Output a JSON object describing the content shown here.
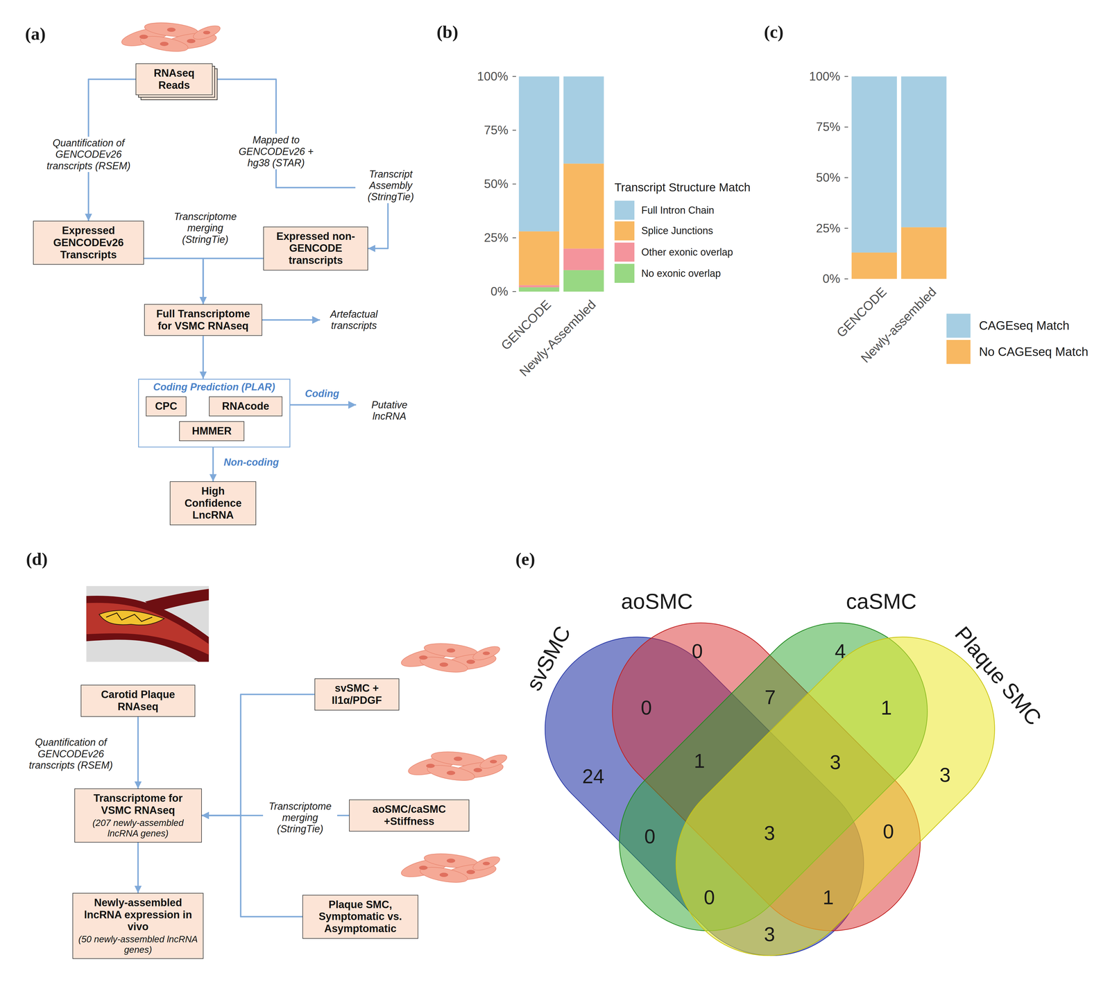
{
  "diagram": {
    "nodes": [
      {
        "text": [
          "RNAseq Reads"
        ]
      },
      {
        "text": [
          "Expressed GENCODEv26 Transcripts"
        ]
      },
      {
        "text": [
          "Expressed non-GENCODE transcripts"
        ]
      },
      {
        "text": [
          "Full Transcriptome for VSMC RNAseq"
        ]
      },
      {
        "text": [
          "Coding Prediction (PLAR)"
        ]
      },
      {
        "text": [
          "CPC"
        ],
        "in": 4
      },
      {
        "text": [
          "RNAcode"
        ],
        "in": 4
      },
      {
        "text": [
          "HMMER"
        ],
        "in": 4
      },
      {
        "text": [
          "High Confidence LncRNA"
        ]
      },
      {
        "text": [
          "Carotid Plaque RNAseq"
        ]
      },
      {
        "text": [
          "Transcriptome for VSMC RNAseq",
          "(207 newly-assembled lncRNA genes)"
        ]
      },
      {
        "text": [
          "Newly-assembled lncRNA expression in vivo",
          "(50 newly-assembled lncRNA genes)"
        ]
      },
      {
        "text": [
          "svSMC + Il1α/PDGF"
        ]
      },
      {
        "text": [
          "aoSMC/caSMC +Stiffness"
        ]
      },
      {
        "text": [
          "Plaque SMC, Symptomatic vs. Asymptomatic"
        ]
      }
    ],
    "edges": [
      {
        "from": 0,
        "to": 1,
        "arrow": "to",
        "label": "Quantification of GENCODEv26 transcripts (RSEM)"
      },
      {
        "from": 0,
        "to": 2,
        "arrow": "to",
        "label": "Mapped to GENCODEv26 + hg38 (STAR)"
      },
      {
        "from": 1,
        "to": 3,
        "arrow": "to"
      },
      {
        "from": 2,
        "to": 3,
        "arrow": "to"
      },
      {
        "from": 3,
        "to": 4,
        "arrow": "to"
      },
      {
        "from": 4,
        "to": 8,
        "arrow": "to",
        "label": "Non-coding"
      },
      {
        "from": 9,
        "to": 10,
        "arrow": "to",
        "label": "Quantification of GENCODEv26 transcripts (RSEM)"
      },
      {
        "from": 10,
        "to": 11,
        "arrow": "to"
      },
      {
        "from": 12,
        "to": 10,
        "arrow": "to"
      },
      {
        "from": 13,
        "to": 10,
        "arrow": "to",
        "label": "Transcriptome merging (StringTie)"
      },
      {
        "from": 14,
        "to": 10,
        "arrow": "to"
      }
    ],
    "labels": [
      "(a)",
      "Transcript Assembly (StringTie)",
      "Transcriptome merging (StringTie)",
      "Artefactual transcripts",
      "Coding",
      "Putative lncRNA",
      "(b)",
      "100%",
      "75%",
      "50%",
      "25%",
      "0%",
      "GENCODE",
      "Newly-Assembled",
      "Transcript Structure Match",
      "(c)",
      "100%",
      "75%",
      "50%",
      "25%",
      "0%",
      "GENCODE",
      "Newly-assembled",
      "(d)",
      "(e)",
      "aoSMC",
      "caSMC",
      "svSMC",
      "Plaque SMC",
      "0",
      "4",
      "0",
      "7",
      "1",
      "24",
      "1",
      "3",
      "3",
      "0",
      "3",
      "0",
      "0",
      "1",
      "3"
    ],
    "legend": [
      {
        "text": "Full Intron Chain",
        "color": "#a6cee3"
      },
      {
        "text": "Splice Junctions",
        "color": "#f8b862"
      },
      {
        "text": "Other exonic overlap",
        "color": "#f4949c"
      },
      {
        "text": "No exonic overlap",
        "color": "#98d883"
      },
      {
        "text": "CAGEseq Match",
        "color": "#a6cee3"
      },
      {
        "text": "No CAGEseq Match",
        "color": "#f8b862"
      }
    ]
  }
}
